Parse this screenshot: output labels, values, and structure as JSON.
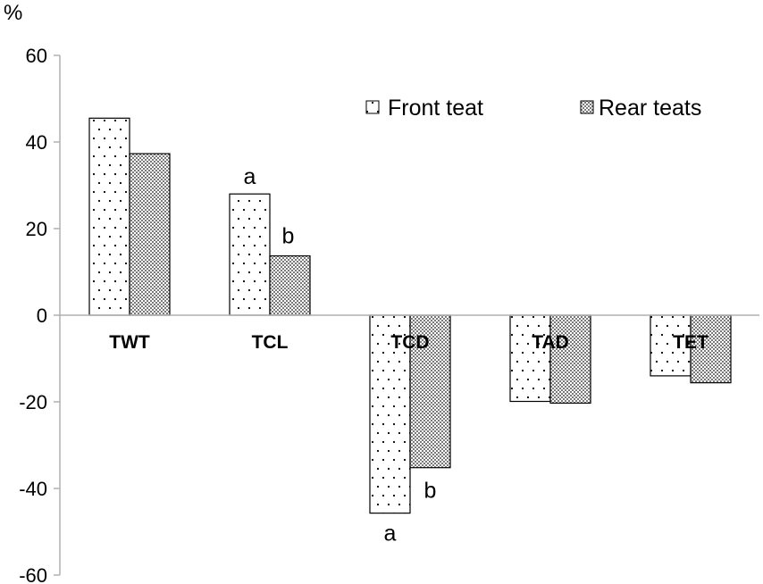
{
  "chart_data": {
    "type": "bar",
    "title": "",
    "xlabel": "",
    "ylabel": "%",
    "ylim": [
      -60,
      60
    ],
    "yticks": [
      60,
      40,
      20,
      0,
      -20,
      -40,
      -60
    ],
    "categories": [
      "TWT",
      "TCL",
      "TCD",
      "TAD",
      "TET"
    ],
    "series": [
      {
        "name": "Front teat",
        "values": [
          45.5,
          28.0,
          -45.7,
          -19.9,
          -14.0
        ]
      },
      {
        "name": "Rear teats",
        "values": [
          37.3,
          13.7,
          -35.2,
          -20.3,
          -15.6
        ]
      }
    ],
    "annotations": [
      {
        "category": "TCL",
        "series": "Front teat",
        "text": "a"
      },
      {
        "category": "TCL",
        "series": "Rear teats",
        "text": "b"
      },
      {
        "category": "TCD",
        "series": "Front teat",
        "text": "a"
      },
      {
        "category": "TCD",
        "series": "Rear teats",
        "text": "b"
      }
    ],
    "legend_position": "top-right",
    "grid": false
  }
}
